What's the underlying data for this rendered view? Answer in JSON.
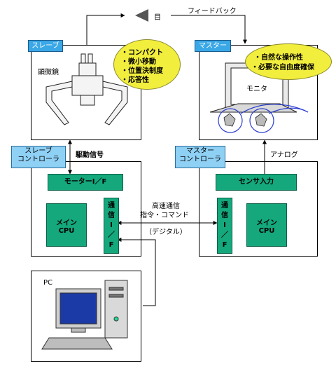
{
  "top": {
    "eye_label": "目",
    "feedback_label": "フィードバック"
  },
  "slave": {
    "tag": "スレーブ",
    "microscope_label": "顕微鏡",
    "bubble_items": [
      "・コンパクト",
      "・微小移動",
      "・位置決制度",
      "・応答性"
    ],
    "controller_label_line1": "スレーブ",
    "controller_label_line2": "コントローラ",
    "drive_signal": "駆動信号",
    "motor_if": "モーターI／F",
    "main_cpu_line1": "メイン",
    "main_cpu_line2": "CPU",
    "comm_if": [
      "通",
      "信",
      "I",
      "／",
      "F"
    ]
  },
  "master": {
    "tag": "マスター",
    "bubble_items": [
      "・自然な操作性",
      "・必要な自由度確保"
    ],
    "monitor_label": "モニタ",
    "controller_label_line1": "マスター",
    "controller_label_line2": "コントローラ",
    "analog_label": "アナログ",
    "sensor_input": "センサ入力",
    "main_cpu_line1": "メイン",
    "main_cpu_line2": "CPU",
    "comm_if": [
      "通",
      "信",
      "I",
      "／",
      "F"
    ]
  },
  "link": {
    "line1": "高速通信",
    "line2": "指令・コマンド",
    "line3": "（デジタル）"
  },
  "pc": {
    "label": "PC"
  },
  "colors": {
    "accent_blue": "#3aa7e6",
    "light_blue": "#8fd0f5",
    "green": "#14a87c",
    "bubble_yellow": "#f2ee3e"
  }
}
